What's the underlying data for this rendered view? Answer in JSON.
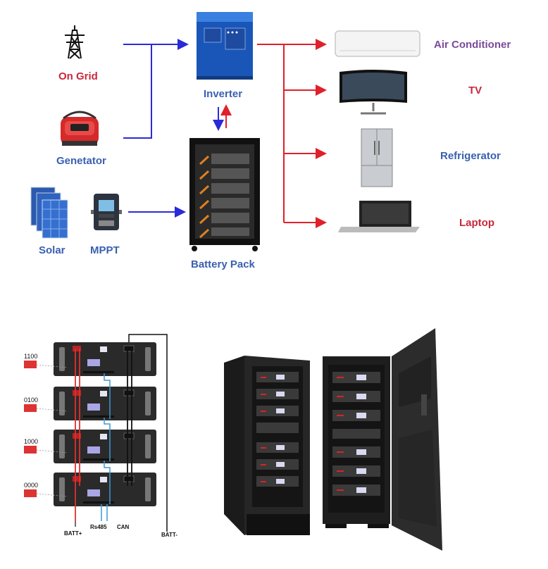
{
  "flow": {
    "sources": {
      "on_grid": "On Grid",
      "generator": "Genetator",
      "solar": "Solar",
      "mppt": "MPPT"
    },
    "inverter": "Inverter",
    "battery_pack": "Battery Pack",
    "loads": {
      "air_conditioner": "Air Conditioner",
      "tv": "TV",
      "refrigerator": "Refrigerator",
      "laptop": "Laptop"
    }
  },
  "wiring": {
    "dip_codes": [
      "1100",
      "0100",
      "1000",
      "0000"
    ],
    "batt_plus": "BATT+",
    "batt_minus": "BATT-",
    "rs485": "Rs485",
    "can": "CAN"
  },
  "colors": {
    "ac_line": "#e0202a",
    "dc_line": "#2a2ad8"
  }
}
